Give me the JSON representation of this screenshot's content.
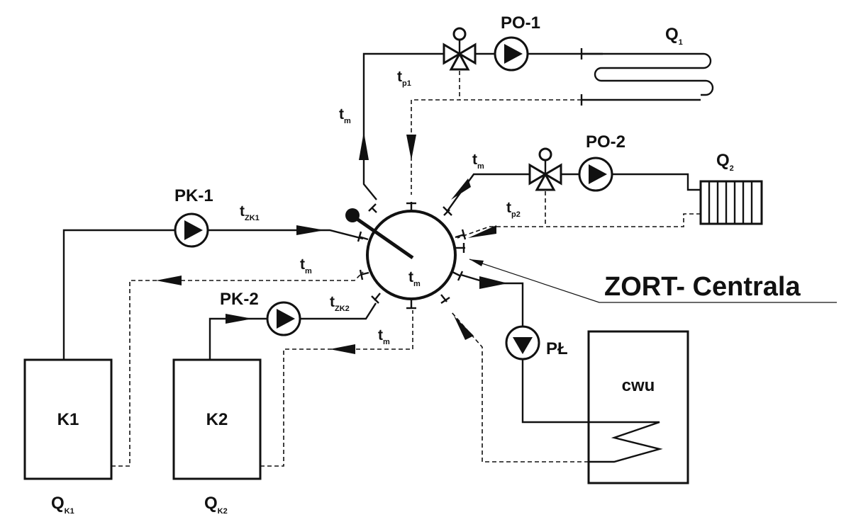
{
  "title": "ZORT- Centrala",
  "boilers": [
    {
      "id": "k1",
      "label": "K1",
      "heat_main": "Q",
      "heat_sub": "K1"
    },
    {
      "id": "k2",
      "label": "K2",
      "heat_main": "Q",
      "heat_sub": "K2"
    }
  ],
  "pumps": [
    {
      "id": "pk1",
      "label": "PK-1"
    },
    {
      "id": "pk2",
      "label": "PK-2"
    },
    {
      "id": "po1",
      "label": "PO-1"
    },
    {
      "id": "po2",
      "label": "PO-2"
    },
    {
      "id": "pl",
      "label": "PŁ"
    }
  ],
  "receivers": [
    {
      "id": "q1",
      "main": "Q",
      "sub": "1"
    },
    {
      "id": "q2",
      "main": "Q",
      "sub": "2"
    }
  ],
  "tank": {
    "label": "cwu"
  },
  "temperatures": {
    "tm": {
      "main": "t",
      "sub": "m"
    },
    "tzk1": {
      "main": "t",
      "sub": "ZK1"
    },
    "tzk2": {
      "main": "t",
      "sub": "ZK2"
    },
    "tp1": {
      "main": "t",
      "sub": "p1"
    },
    "tp2": {
      "main": "t",
      "sub": "p2"
    }
  },
  "colors": {
    "line": "#111111",
    "background": "#ffffff"
  },
  "icons": [
    "pump-icon",
    "three-way-valve-icon",
    "coil-heater-icon",
    "radiator-icon",
    "heat-exchanger-coil-icon"
  ]
}
